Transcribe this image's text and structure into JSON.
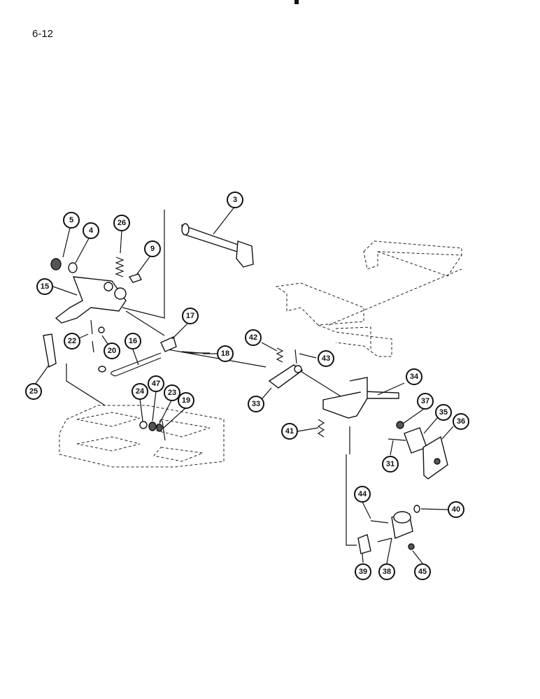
{
  "page": {
    "number": "6-12"
  },
  "callouts": [
    {
      "label": "3"
    },
    {
      "label": "5"
    },
    {
      "label": "4"
    },
    {
      "label": "26"
    },
    {
      "label": "9"
    },
    {
      "label": "15"
    },
    {
      "label": "17"
    },
    {
      "label": "22"
    },
    {
      "label": "20"
    },
    {
      "label": "16"
    },
    {
      "label": "18"
    },
    {
      "label": "25"
    },
    {
      "label": "24"
    },
    {
      "label": "47"
    },
    {
      "label": "23"
    },
    {
      "label": "19"
    },
    {
      "label": "42"
    },
    {
      "label": "43"
    },
    {
      "label": "33"
    },
    {
      "label": "34"
    },
    {
      "label": "37"
    },
    {
      "label": "35"
    },
    {
      "label": "36"
    },
    {
      "label": "41"
    },
    {
      "label": "31"
    },
    {
      "label": "44"
    },
    {
      "label": "40"
    },
    {
      "label": "39"
    },
    {
      "label": "38"
    },
    {
      "label": "45"
    }
  ]
}
